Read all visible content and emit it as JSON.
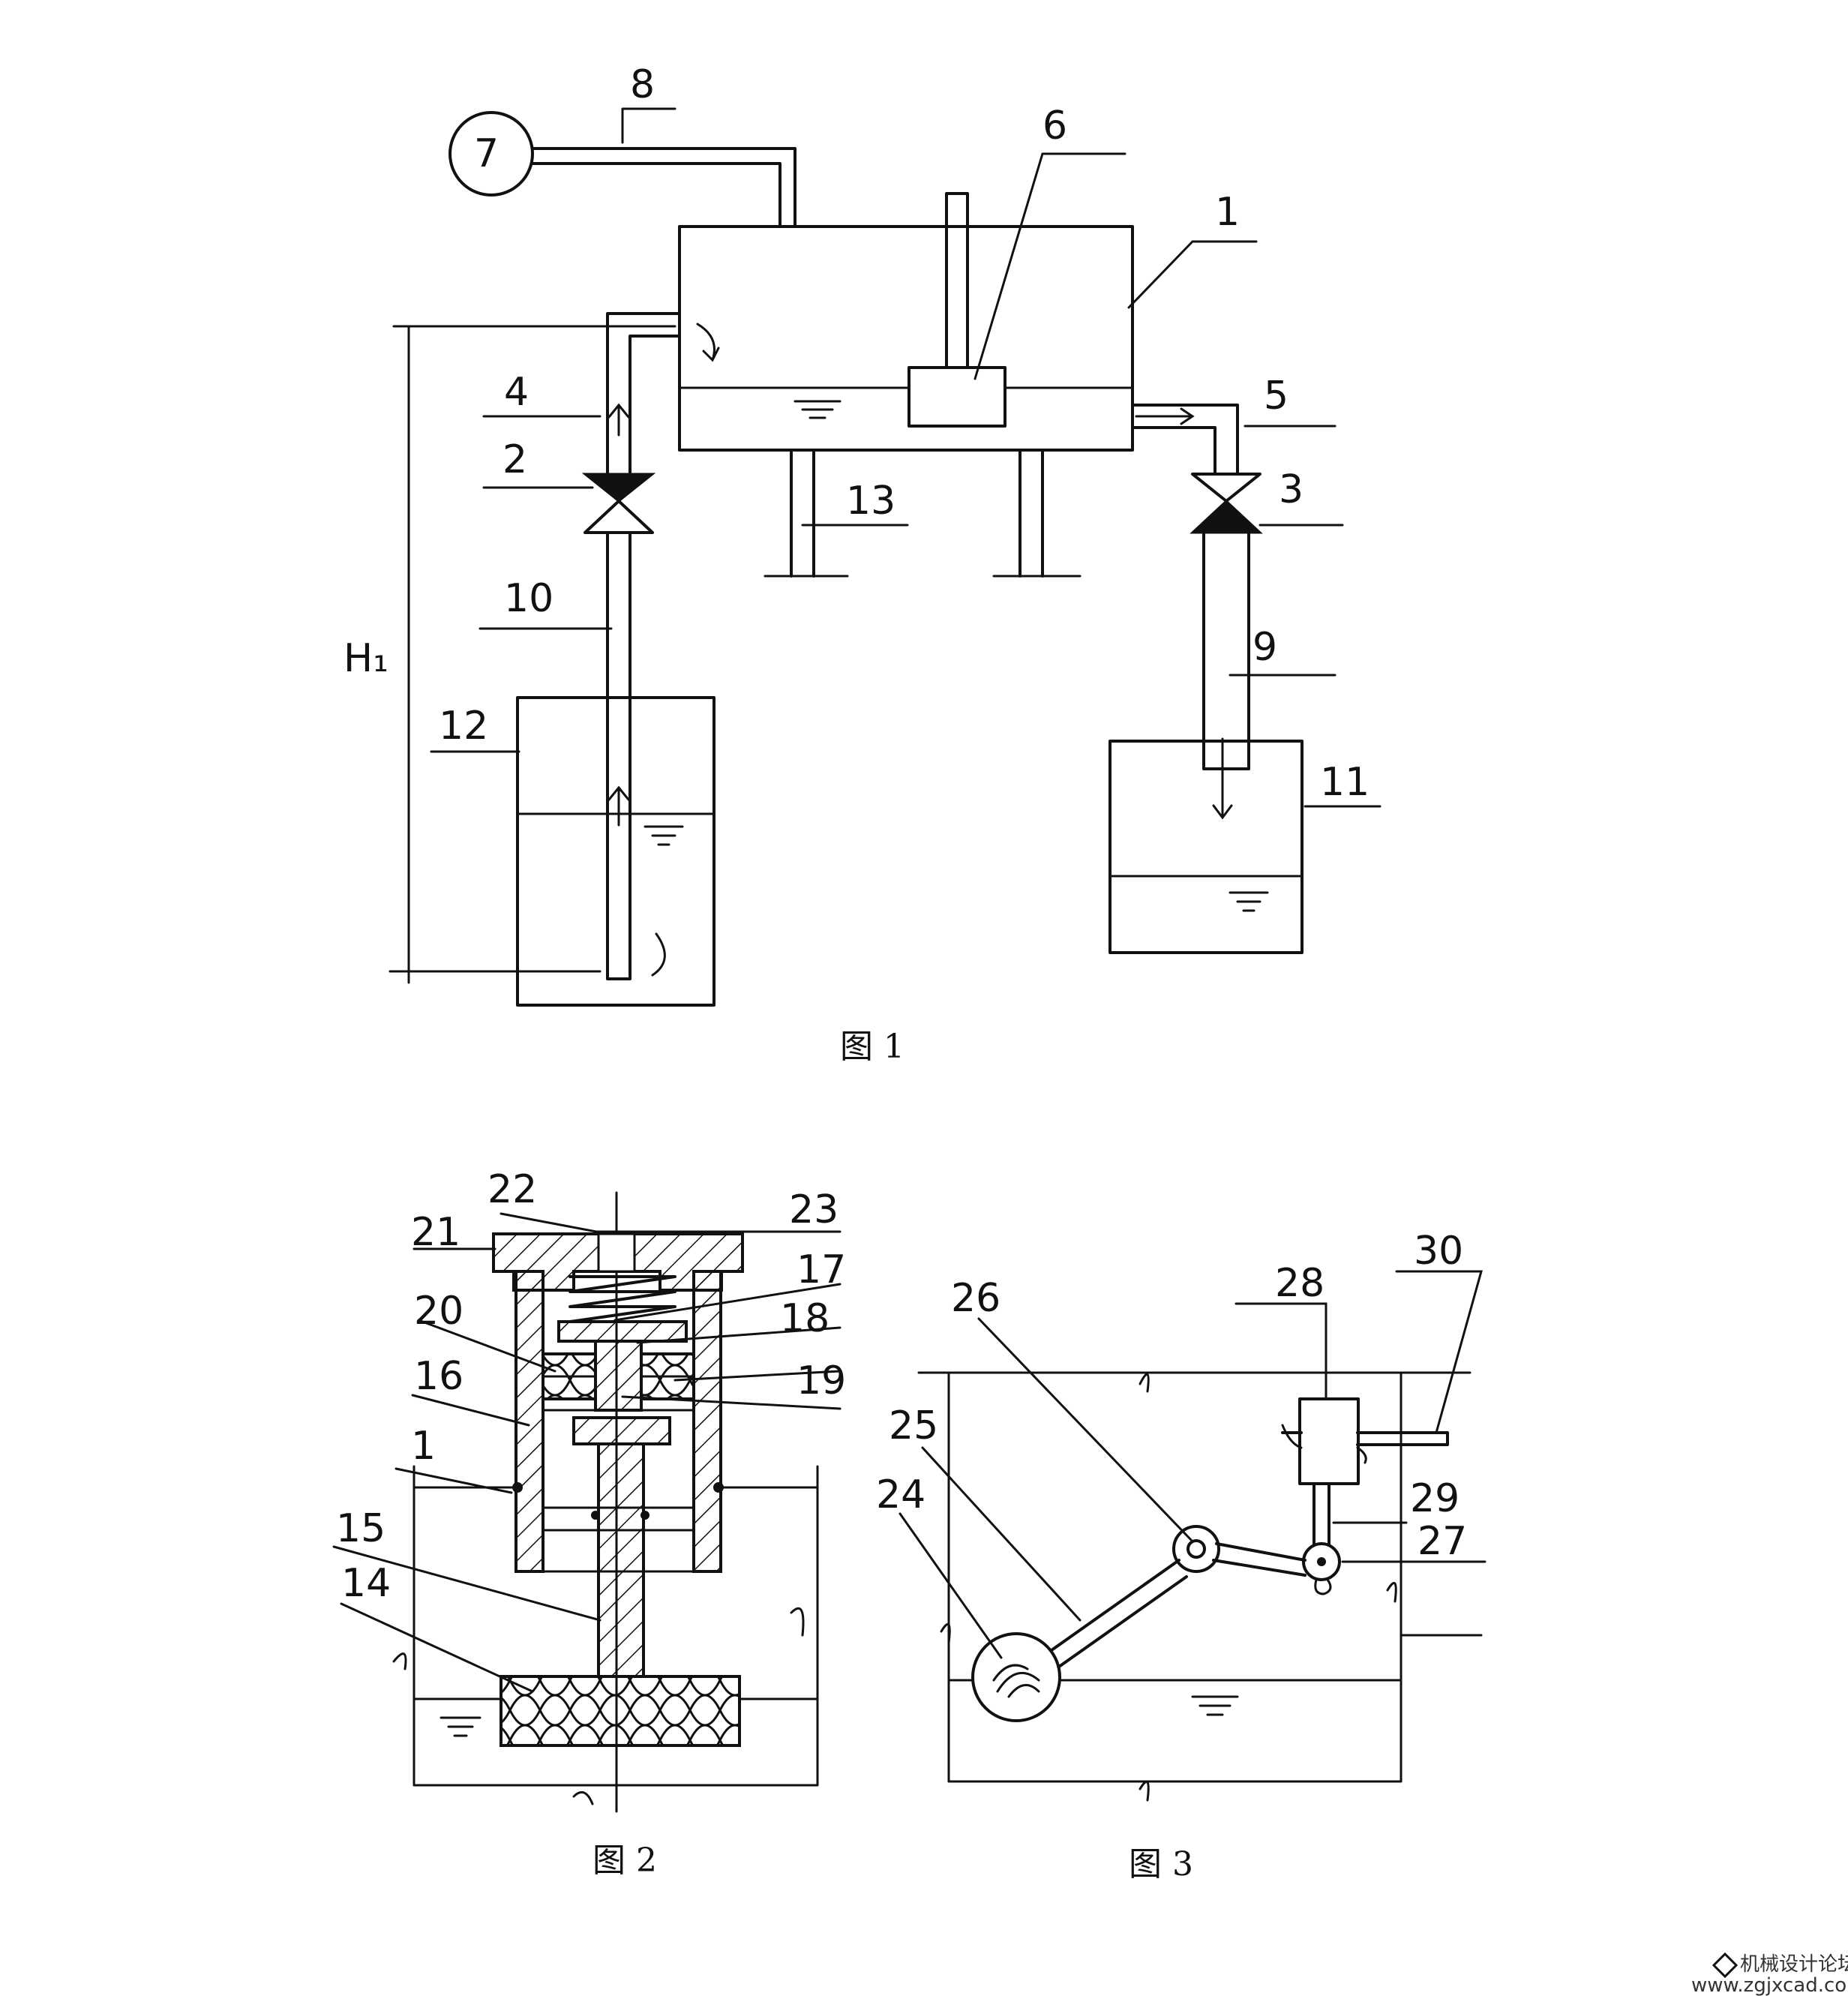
{
  "figures": {
    "fig1": {
      "caption": "图 1",
      "part_numbers": [
        "1",
        "2",
        "3",
        "4",
        "5",
        "6",
        "7",
        "8",
        "9",
        "10",
        "11",
        "12",
        "13"
      ],
      "dimension_label": "H₁"
    },
    "fig2": {
      "caption": "图 2",
      "part_numbers": [
        "1",
        "14",
        "15",
        "16",
        "17",
        "18",
        "19",
        "20",
        "21",
        "22",
        "23"
      ]
    },
    "fig3": {
      "caption": "图 3",
      "part_numbers": [
        "24",
        "25",
        "26",
        "27",
        "28",
        "29",
        "30"
      ]
    }
  },
  "watermark": {
    "line1": "机械设计论坛",
    "line2": "www.zgjxcad.com"
  }
}
